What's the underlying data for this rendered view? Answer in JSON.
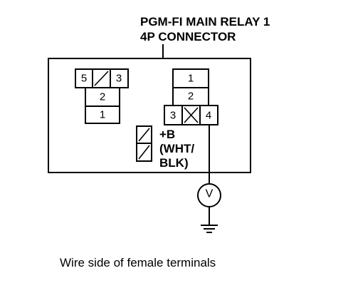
{
  "title": {
    "line1": "PGM-FI MAIN RELAY 1",
    "line2": "4P CONNECTOR"
  },
  "left_connector": {
    "top_left": "5",
    "top_right": "3",
    "middle": "2",
    "bottom": "1"
  },
  "right_connector": {
    "row1": "1",
    "row2": "2",
    "row3_left": "3",
    "row3_right": "4"
  },
  "legend": {
    "line1": "+B",
    "line2": "(WHT/",
    "line3": "BLK)"
  },
  "meter_symbol": "V",
  "caption": "Wire side of female terminals"
}
